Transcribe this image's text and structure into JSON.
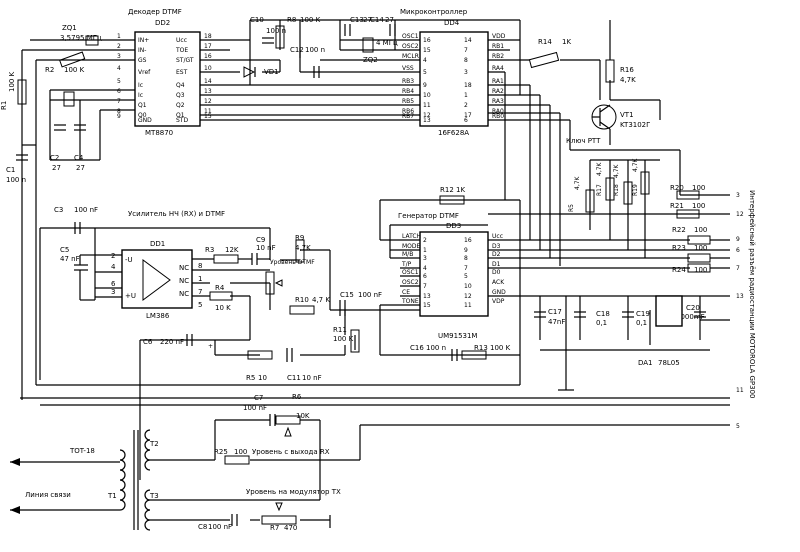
{
  "chips": {
    "dd2": {
      "title": "Декодер DTMF",
      "ref": "DD2",
      "part": "MT8870",
      "left_pins": [
        [
          "IN+",
          "1"
        ],
        [
          "IN-",
          "2"
        ],
        [
          "GS",
          "3"
        ],
        [
          "Vref",
          "4"
        ],
        [
          "Ic",
          "5"
        ],
        [
          "Ic",
          "6"
        ],
        [
          "Q1",
          "7"
        ],
        [
          "Q0",
          "8"
        ],
        [
          "GND",
          "9"
        ]
      ],
      "right_pins": [
        [
          "18",
          "Ucc"
        ],
        [
          "17",
          "TOE"
        ],
        [
          "16",
          "ST/GT"
        ],
        [
          "10",
          "EST"
        ],
        [
          "14",
          "Q4"
        ],
        [
          "13",
          "Q3"
        ],
        [
          "12",
          "Q2"
        ],
        [
          "11",
          "Q1"
        ],
        [
          "15",
          "STD"
        ]
      ]
    },
    "dd4": {
      "title": "Микроконтроллер",
      "ref": "DD4",
      "part": "16F628A",
      "left_pins": [
        [
          "16",
          "OSC1"
        ],
        [
          "15",
          "OSC2"
        ],
        [
          "4",
          "MCLR"
        ],
        [
          "5",
          "VSS"
        ],
        [
          "9",
          "RB3"
        ],
        [
          "10",
          "RB4"
        ],
        [
          "11",
          "RB5"
        ],
        [
          "12",
          "RB6"
        ],
        [
          "13",
          "RB7"
        ]
      ],
      "right_pins": [
        [
          "VDD",
          "14"
        ],
        [
          "RB1",
          "7"
        ],
        [
          "RB2",
          "8"
        ],
        [
          "RA4",
          "3"
        ],
        [
          "RA1",
          "18"
        ],
        [
          "RA2",
          "1"
        ],
        [
          "RA3",
          "2"
        ],
        [
          "RA0",
          "17"
        ],
        [
          "RB0",
          "6"
        ]
      ]
    },
    "dd3": {
      "title": "Генератор DTMF",
      "ref": "DD3",
      "part": "UM91531M",
      "left_pins": [
        [
          "2",
          "LATCH"
        ],
        [
          "1",
          "MODE"
        ],
        [
          "3",
          "M/B"
        ],
        [
          "4",
          "T/P"
        ],
        [
          "6",
          "OSC1"
        ],
        [
          "7",
          "OSC2"
        ],
        [
          "13",
          "CE"
        ],
        [
          "15",
          "TONE"
        ]
      ],
      "right_pins": [
        [
          "Ucc",
          "16"
        ],
        [
          "D3",
          "9"
        ],
        [
          "D2",
          "8"
        ],
        [
          "D1",
          "7"
        ],
        [
          "D0",
          "5"
        ],
        [
          "ACK",
          "10"
        ],
        [
          "GND",
          "12"
        ],
        [
          "VDP",
          "11"
        ]
      ]
    },
    "dd1": {
      "title": "Усилитель НЧ (RX) и DTMF",
      "ref": "DD1",
      "part": "LM386",
      "left_pins": [
        [
          "2",
          "-U"
        ],
        [
          "3",
          "+U"
        ]
      ],
      "right_pins": [
        [
          "NC",
          "8"
        ],
        [
          "NC",
          "1"
        ],
        [
          "NC",
          "7"
        ]
      ],
      "extra_pins": [
        "4",
        "6",
        "5"
      ]
    }
  },
  "components": {
    "zq1": [
      "ZQ1",
      "3,5795 МГц"
    ],
    "r2": [
      "R2",
      "100 K"
    ],
    "r1": [
      "R1",
      "100 K"
    ],
    "c1": [
      "C1",
      "100 n"
    ],
    "c2": [
      "C2",
      "27"
    ],
    "c4": [
      "C4",
      "27"
    ],
    "c10": [
      "C10",
      "100 n"
    ],
    "r8": [
      "R8",
      "100 K"
    ],
    "c12": [
      "C12",
      "100 n"
    ],
    "c13": [
      "C13",
      "27"
    ],
    "c14": [
      "C14",
      "27"
    ],
    "zq2": [
      "ZQ2",
      "4 МГц"
    ],
    "vd1": "VD1",
    "r14": [
      "R14",
      "1K"
    ],
    "r16": [
      "R16",
      "4,7K"
    ],
    "vt1": [
      "VT1",
      "KT3102Г"
    ],
    "ptt": "Ключ PTT",
    "r5": [
      "R5",
      "4,7K"
    ],
    "r17": [
      "R17",
      "4,7K"
    ],
    "r18": [
      "R18",
      "4,7K"
    ],
    "r19": [
      "R19",
      "4,7K"
    ],
    "r20": [
      "R20",
      "100"
    ],
    "r21": [
      "R21",
      "100"
    ],
    "r22": [
      "R22",
      "100"
    ],
    "r23": [
      "R23",
      "100"
    ],
    "r24": [
      "R24",
      "100"
    ],
    "r12": [
      "R12",
      "1K"
    ],
    "c3": [
      "C3",
      "100 nF"
    ],
    "c5": [
      "C5",
      "47 nF"
    ],
    "r3": [
      "R3",
      "12K"
    ],
    "c9": [
      "C9",
      "10 nF"
    ],
    "r9": [
      "R9",
      "4,7K"
    ],
    "dtmf_level": "Уровень DTMF",
    "r4": [
      "R4",
      "10 K"
    ],
    "r10": [
      "R10",
      "4,7 K"
    ],
    "c15": [
      "C15",
      "100 nF"
    ],
    "r11": [
      "R11",
      "100 K"
    ],
    "c6": [
      "C6",
      "220 nF"
    ],
    "r5b": [
      "R5",
      "10"
    ],
    "c11": [
      "C11",
      "10 nF"
    ],
    "c16": [
      "C16",
      "100 n"
    ],
    "r13": [
      "R13",
      "100 K"
    ],
    "c17": [
      "C17",
      "47nF"
    ],
    "c18": [
      "C18",
      "0,1"
    ],
    "c19": [
      "C19",
      "0,1"
    ],
    "c20": [
      "C20",
      "1000mF"
    ],
    "da1": [
      "DA1",
      "78L05"
    ],
    "c7": [
      "C7",
      "100 nF"
    ],
    "r6": [
      "R6",
      "10K"
    ],
    "r25": [
      "R25",
      "100"
    ],
    "rx_level": "Уровень с выхода RX",
    "tx_level": "Уровень на модулятор TX",
    "c8": [
      "C8",
      "100 nF"
    ],
    "r7": [
      "R7",
      "470"
    ],
    "tot": "TOT-18",
    "t1": "T1",
    "t2": "T2",
    "t3": "T3",
    "line": "Линия связи"
  },
  "connector_pins": [
    "3",
    "12",
    "9",
    "6",
    "7",
    "13",
    "11",
    "5"
  ],
  "side_label": "Интерфейсный разъём радиостанции MOTOROLA GP300"
}
